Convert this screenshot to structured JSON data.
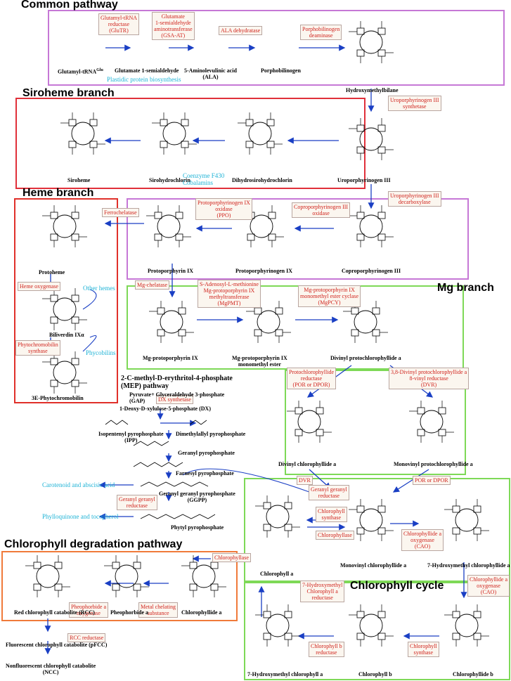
{
  "sections": {
    "common": "Common pathway",
    "siroheme": "Siroheme branch",
    "heme": "Heme branch",
    "mg": "Mg branch",
    "degradation": "Chlorophyll degradation pathway",
    "cycle": "Chlorophyll cycle"
  },
  "enzymes": {
    "glutr": "Glutamyl-tRNA\nreductase\n(GluTR)",
    "gsaat": "Glutamate\n1-semialdehyde\naminotransferase\n(GSA-AT)",
    "alad": "ALA dehydratase",
    "pbgd": "Porphobilinogen\ndeaminase",
    "uros": "Uroporphyrinogen III\nsynthetase",
    "urod": "Uroporphyrinogen III\ndecarboxylase",
    "cpox": "Coproporphyrinogen III\noxidase",
    "ppo": "Protoporphyrinogen IX\noxidase\n(PPO)",
    "ferro": "Ferrochelatase",
    "hemeox": "Heme oxygenase",
    "pcbs": "Phytochromobilin\nsynthase",
    "mgch": "Mg-chelatase",
    "mgpmt": "S-Adenosyl-L-methionine\nMg-protoporphyrin IX\nmethyltransferase\n(MgPMT)",
    "mgpcy": "Mg-protoporphyrin IX\nmonomethyl ester cyclase\n(MgPCY)",
    "por": "Protochlorophyllide\nreductase\n(POR or DPOR)",
    "dvr1": "3,8-Divinyl protochlorophyllide a\n8-vinyl reductase\n(DVR)",
    "dxs": "DX synthetase",
    "ggr1": "Geranyl geranyl\nreductase",
    "ggr2": "Geranyl geranyl\nreductase",
    "dvr2": "DVR",
    "por2": "POR or DPOR",
    "chls": "Chlorophyll\nsynthase",
    "chlase1": "Chlorophyllase",
    "cao1": "Chlorophyllide a\noxygenase\n(CAO)",
    "cao2": "Chlorophyllide a\noxygenase\n(CAO)",
    "chlase2": "Chlorophyllase",
    "pao": "Pheophorbide a\noxygenase",
    "mcs": "Metal chelating\nsubstance",
    "rccr": "RCC reductase",
    "hmcr": "7-Hydroxymethyl\nChlorophyll a\nreductase",
    "cbr": "Chlorophyll b\nreductase",
    "chls2": "Chlorophyll\nsynthase"
  },
  "compounds": {
    "glutrna": "Glutamyl-tRNA",
    "glutrna_sup": "Glu",
    "gsa": "Glutamate 1-semialdehyde",
    "ala": "5-Aminolevulinic acid\n(ALA)",
    "pbg": "Porphobilinogen",
    "hmb": "Hydroxymethylbilane",
    "sirohem": "Siroheme",
    "sirohydro": "Sirohydrochlorin",
    "dihydro": "Dihydrosirohydrochlorin",
    "uro3": "Uroporphyrinogen III",
    "proto9": "Protoporphyrin IX",
    "protogen9": "Protoporphyrinogen IX",
    "copro3": "Coproporphyrinogen III",
    "protoheme": "Protoheme",
    "biliverdin": "Biliverdin IXα",
    "phytochromobilin": "3E-Phytochromobilin",
    "mgproto": "Mg-protoporphyrin IX",
    "mgprotome": "Mg-protoporphyrin IX\nmonomethyl ester",
    "dvpchlide": "Divinyl protochlorophyllide a",
    "dvchlide": "Divinyl chlorophyllide a",
    "mvpchlide": "Monovinyl protochlorophyllide a",
    "mvchlide": "Monovinyl chlorophyllide a",
    "hmchlide": "7-Hydroxymethyl chlorophyllide a",
    "chla": "Chlorophyll a",
    "chlb": "Chlorophyll b",
    "chlideb": "Chlorophyllide b",
    "hmchla": "7-Hydroxymethyl chlorophyll a",
    "rcc": "Red chlorophyll catabolite (RCC)",
    "pheo": "Pheophorbide a",
    "chlidea": "Chlorophyllide a",
    "pfcc": "Fluorescent chlorophyll catabolite (pFCC)",
    "ncc": "Nonfluorescent chlorophyll catabolite\n(NCC)",
    "mep": "2-C-methyl-D-erythritol-4-phosphate\n(MEP) pathway",
    "pyruvate": "Pyruvate+ Glyceraldehyde 3-phosphate\n(GAP)",
    "dx": "1-Deoxy-D-xylulose-5-phosphate (DX)",
    "ipp": "Isopentenyl pyrophosphate\n(IPP)",
    "dmapp": "Dimethylallyl pyrophosphate",
    "gpp": "Geranyl pyrophosphate",
    "fpp": "Farnesyl pyrophosphate",
    "ggpp": "Geranyl geranyl pyrophosphate\n(GGPP)",
    "ppp": "Phytyl pyrophosphate"
  },
  "side_products": {
    "plastidic": "Plastidic protein biosynthesis",
    "coenzyme": "Coenzyme F430\nCobalamins",
    "otherhemes": "Other hemes",
    "phycobilins": "Phycobilins",
    "carotenoid": "Carotenoid and abscisic acid",
    "phylloquinone": "Phylloquinone and tocopherol"
  },
  "colors": {
    "common_border": "#c678d6",
    "siroheme_border": "#e0303a",
    "heme_border": "#e0302a",
    "mg_border": "#7ed957",
    "degradation_border": "#f07a3a",
    "cycle_border": "#7ed957",
    "arrow": "#1a3fc4",
    "enzyme_text": "#d0231c",
    "side_text": "#1fb3d6"
  }
}
